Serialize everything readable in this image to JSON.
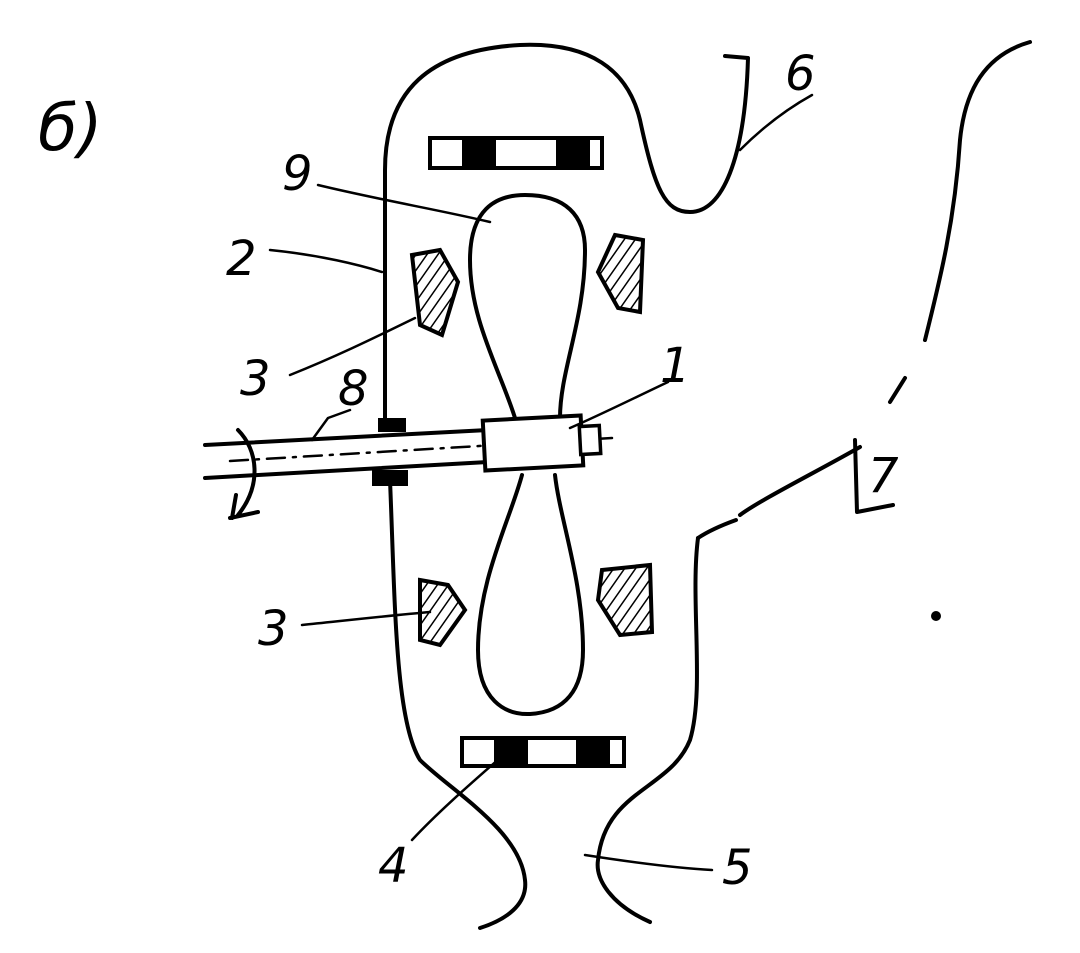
{
  "figure_label": "б)",
  "labels": {
    "n1": "1",
    "n2": "2",
    "n3_upper": "3",
    "n3_lower": "3",
    "n4": "4",
    "n5": "5",
    "n6": "6",
    "n7": "7",
    "n8": "8",
    "n9": "9"
  }
}
